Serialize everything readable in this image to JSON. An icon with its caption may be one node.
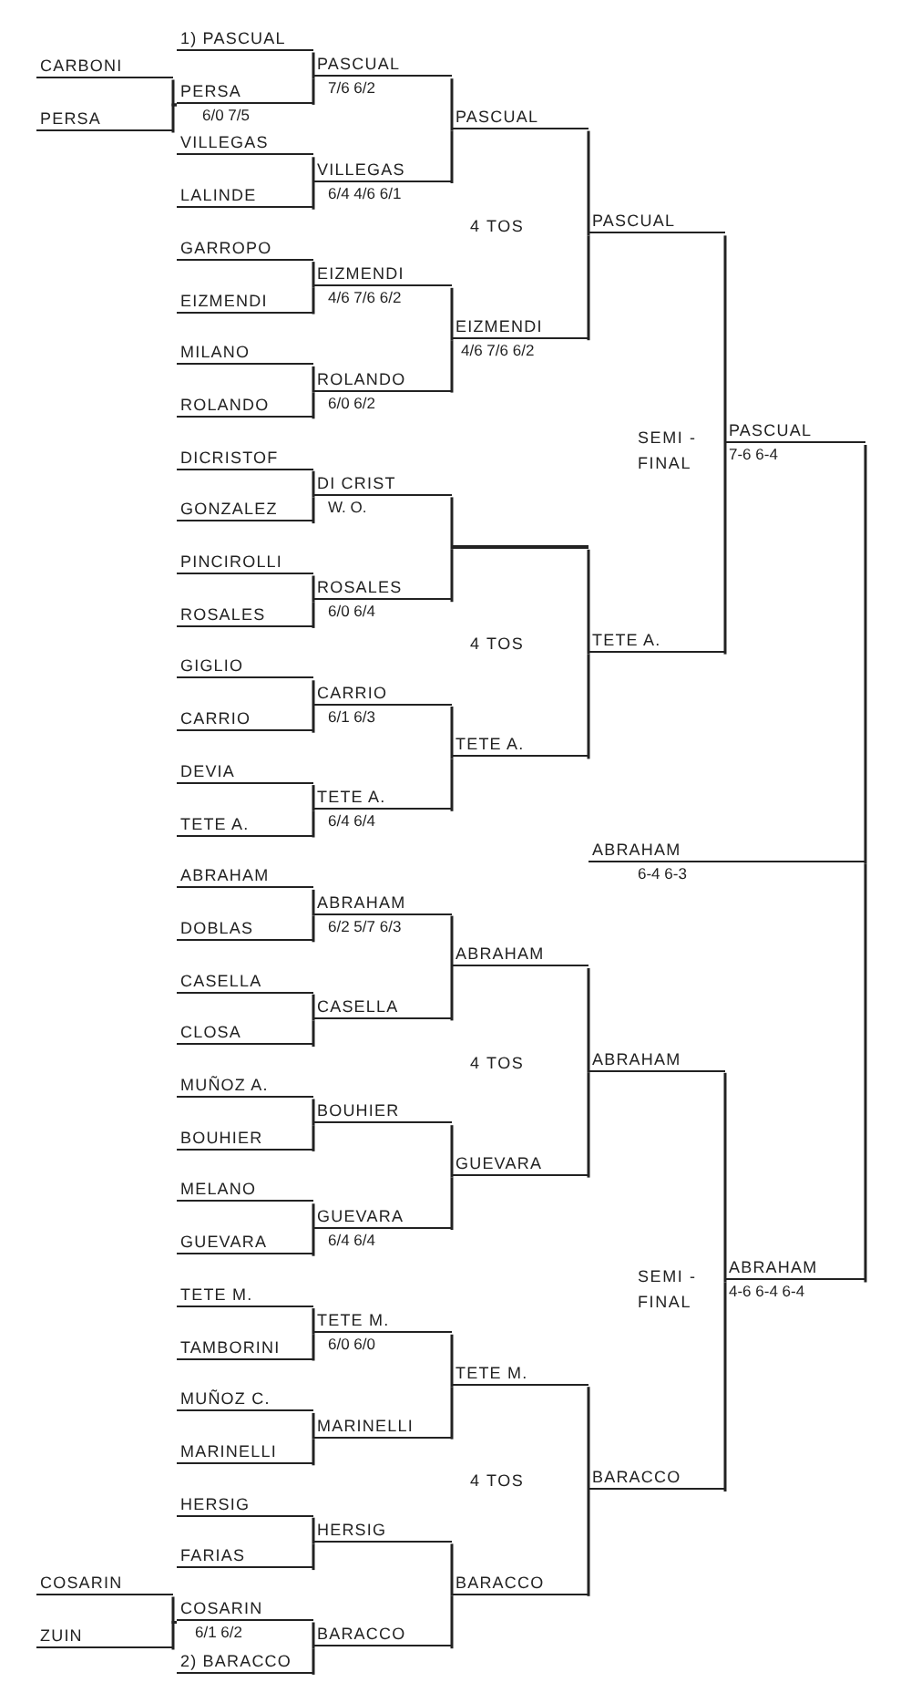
{
  "diagram": {
    "nodes": [
      {
        "text": [
          "CARBONI"
        ]
      },
      {
        "text": [
          "PERSA"
        ]
      },
      {
        "text": [
          "COSARIN"
        ]
      },
      {
        "text": [
          "ZUIN"
        ]
      },
      {
        "text": [
          "1) PASCUAL"
        ]
      },
      {
        "text": [
          "PERSA"
        ],
        "beside": [
          "6/0 7/5"
        ]
      },
      {
        "text": [
          "VILLEGAS"
        ]
      },
      {
        "text": [
          "LALINDE"
        ]
      },
      {
        "text": [
          "GARROPO"
        ]
      },
      {
        "text": [
          "EIZMENDI"
        ]
      },
      {
        "text": [
          "MILANO"
        ]
      },
      {
        "text": [
          "ROLANDO"
        ]
      },
      {
        "text": [
          "DICRISTOF"
        ]
      },
      {
        "text": [
          "GONZALEZ"
        ]
      },
      {
        "text": [
          "PINCIROLLI"
        ]
      },
      {
        "text": [
          "ROSALES"
        ]
      },
      {
        "text": [
          "GIGLIO"
        ]
      },
      {
        "text": [
          "CARRIO"
        ]
      },
      {
        "text": [
          "DEVIA"
        ]
      },
      {
        "text": [
          "TETE A."
        ]
      },
      {
        "text": [
          "ABRAHAM"
        ]
      },
      {
        "text": [
          "DOBLAS"
        ]
      },
      {
        "text": [
          "CASELLA"
        ]
      },
      {
        "text": [
          "CLOSA"
        ]
      },
      {
        "text": [
          "MUÑOZ A."
        ]
      },
      {
        "text": [
          "BOUHIER"
        ]
      },
      {
        "text": [
          "MELANO"
        ]
      },
      {
        "text": [
          "GUEVARA"
        ]
      },
      {
        "text": [
          "TETE M."
        ]
      },
      {
        "text": [
          "TAMBORINI"
        ]
      },
      {
        "text": [
          "MUÑOZ C."
        ]
      },
      {
        "text": [
          "MARINELLI"
        ]
      },
      {
        "text": [
          "HERSIG"
        ]
      },
      {
        "text": [
          "FARIAS"
        ]
      },
      {
        "text": [
          "COSARIN"
        ],
        "beside": [
          "6/1 6/2"
        ]
      },
      {
        "text": [
          "2) BARACCO"
        ]
      },
      {
        "text": [
          "PASCUAL"
        ],
        "beside": [
          "7/6 6/2"
        ]
      },
      {
        "text": [
          "VILLEGAS"
        ],
        "beside": [
          "6/4 4/6 6/1"
        ]
      },
      {
        "text": [
          "EIZMENDI"
        ],
        "beside": [
          "4/6 7/6 6/2"
        ]
      },
      {
        "text": [
          "ROLANDO"
        ],
        "beside": [
          "6/0 6/2"
        ]
      },
      {
        "text": [
          "DI CRIST"
        ],
        "beside": [
          "W. O."
        ]
      },
      {
        "text": [
          "ROSALES"
        ],
        "beside": [
          "6/0 6/4"
        ]
      },
      {
        "text": [
          "CARRIO"
        ],
        "beside": [
          "6/1 6/3"
        ]
      },
      {
        "text": [
          "TETE A."
        ],
        "beside": [
          "6/4 6/4"
        ]
      },
      {
        "text": [
          "ABRAHAM"
        ],
        "beside": [
          "6/2 5/7 6/3"
        ]
      },
      {
        "text": [
          "CASELLA"
        ]
      },
      {
        "text": [
          "BOUHIER"
        ]
      },
      {
        "text": [
          "GUEVARA"
        ],
        "beside": [
          "6/4 6/4"
        ]
      },
      {
        "text": [
          "TETE M."
        ],
        "beside": [
          "6/0 6/0"
        ]
      },
      {
        "text": [
          "MARINELLI"
        ]
      },
      {
        "text": [
          "HERSIG"
        ]
      },
      {
        "text": [
          "BARACCO"
        ]
      },
      {
        "text": [
          "PASCUAL"
        ]
      },
      {
        "text": [
          "EIZMENDI"
        ],
        "beside": [
          "4/6 7/6 6/2"
        ]
      },
      {
        "text": [],
        "shape": "bar"
      },
      {
        "text": [
          "TETE A."
        ]
      },
      {
        "text": [
          "ABRAHAM"
        ]
      },
      {
        "text": [
          "GUEVARA"
        ]
      },
      {
        "text": [
          "TETE M."
        ]
      },
      {
        "text": [
          "BARACCO"
        ]
      },
      {
        "text": [
          "PASCUAL"
        ]
      },
      {
        "text": [
          "TETE A."
        ]
      },
      {
        "text": [
          "ABRAHAM"
        ]
      },
      {
        "text": [
          "BARACCO"
        ]
      },
      {
        "text": [
          "PASCUAL"
        ],
        "beside": [
          "7-6 6-4"
        ]
      },
      {
        "text": [
          "ABRAHAM"
        ],
        "beside": [
          "4-6 6-4 6-4"
        ]
      },
      {
        "text": [
          "ABRAHAM"
        ],
        "beside": [
          "6-4 6-3"
        ]
      }
    ],
    "edges": [
      {
        "from": 0,
        "to": 5,
        "arrow": "none"
      },
      {
        "from": 1,
        "to": 5,
        "arrow": "none"
      },
      {
        "from": 2,
        "to": 34,
        "arrow": "none"
      },
      {
        "from": 3,
        "to": 34,
        "arrow": "none"
      },
      {
        "from": 4,
        "to": 36,
        "arrow": "none"
      },
      {
        "from": 5,
        "to": 36,
        "arrow": "none"
      },
      {
        "from": 6,
        "to": 37,
        "arrow": "none"
      },
      {
        "from": 7,
        "to": 37,
        "arrow": "none"
      },
      {
        "from": 8,
        "to": 38,
        "arrow": "none"
      },
      {
        "from": 9,
        "to": 38,
        "arrow": "none"
      },
      {
        "from": 10,
        "to": 39,
        "arrow": "none"
      },
      {
        "from": 11,
        "to": 39,
        "arrow": "none"
      },
      {
        "from": 12,
        "to": 40,
        "arrow": "none"
      },
      {
        "from": 13,
        "to": 40,
        "arrow": "none"
      },
      {
        "from": 14,
        "to": 41,
        "arrow": "none"
      },
      {
        "from": 15,
        "to": 41,
        "arrow": "none"
      },
      {
        "from": 16,
        "to": 42,
        "arrow": "none"
      },
      {
        "from": 17,
        "to": 42,
        "arrow": "none"
      },
      {
        "from": 18,
        "to": 43,
        "arrow": "none"
      },
      {
        "from": 19,
        "to": 43,
        "arrow": "none"
      },
      {
        "from": 20,
        "to": 44,
        "arrow": "none"
      },
      {
        "from": 21,
        "to": 44,
        "arrow": "none"
      },
      {
        "from": 22,
        "to": 45,
        "arrow": "none"
      },
      {
        "from": 23,
        "to": 45,
        "arrow": "none"
      },
      {
        "from": 24,
        "to": 46,
        "arrow": "none"
      },
      {
        "from": 25,
        "to": 46,
        "arrow": "none"
      },
      {
        "from": 26,
        "to": 47,
        "arrow": "none"
      },
      {
        "from": 27,
        "to": 47,
        "arrow": "none"
      },
      {
        "from": 28,
        "to": 48,
        "arrow": "none"
      },
      {
        "from": 29,
        "to": 48,
        "arrow": "none"
      },
      {
        "from": 30,
        "to": 49,
        "arrow": "none"
      },
      {
        "from": 31,
        "to": 49,
        "arrow": "none"
      },
      {
        "from": 32,
        "to": 50,
        "arrow": "none"
      },
      {
        "from": 33,
        "to": 50,
        "arrow": "none"
      },
      {
        "from": 34,
        "to": 51,
        "arrow": "none"
      },
      {
        "from": 35,
        "to": 51,
        "arrow": "none"
      },
      {
        "from": 36,
        "to": 52,
        "arrow": "none"
      },
      {
        "from": 37,
        "to": 52,
        "arrow": "none"
      },
      {
        "from": 38,
        "to": 53,
        "arrow": "none"
      },
      {
        "from": 39,
        "to": 53,
        "arrow": "none"
      },
      {
        "from": 40,
        "to": 54,
        "arrow": "none"
      },
      {
        "from": 41,
        "to": 54,
        "arrow": "none"
      },
      {
        "from": 42,
        "to": 55,
        "arrow": "none"
      },
      {
        "from": 43,
        "to": 55,
        "arrow": "none"
      },
      {
        "from": 44,
        "to": 56,
        "arrow": "none"
      },
      {
        "from": 45,
        "to": 56,
        "arrow": "none"
      },
      {
        "from": 46,
        "to": 57,
        "arrow": "none"
      },
      {
        "from": 47,
        "to": 57,
        "arrow": "none"
      },
      {
        "from": 48,
        "to": 58,
        "arrow": "none"
      },
      {
        "from": 49,
        "to": 58,
        "arrow": "none"
      },
      {
        "from": 50,
        "to": 59,
        "arrow": "none"
      },
      {
        "from": 51,
        "to": 59,
        "arrow": "none"
      },
      {
        "from": 52,
        "to": 60,
        "arrow": "none"
      },
      {
        "from": 53,
        "to": 60,
        "arrow": "none"
      },
      {
        "from": 54,
        "to": 61,
        "arrow": "none"
      },
      {
        "from": 55,
        "to": 61,
        "arrow": "none"
      },
      {
        "from": 56,
        "to": 62,
        "arrow": "none"
      },
      {
        "from": 57,
        "to": 62,
        "arrow": "none"
      },
      {
        "from": 58,
        "to": 63,
        "arrow": "none"
      },
      {
        "from": 59,
        "to": 63,
        "arrow": "none"
      },
      {
        "from": 60,
        "to": 64,
        "arrow": "none"
      },
      {
        "from": 61,
        "to": 64,
        "arrow": "none"
      },
      {
        "from": 62,
        "to": 65,
        "arrow": "none"
      },
      {
        "from": 63,
        "to": 65,
        "arrow": "none"
      },
      {
        "from": 64,
        "to": 66,
        "arrow": "none"
      },
      {
        "from": 65,
        "to": 66,
        "arrow": "none"
      }
    ],
    "labels": [
      "4 TOS",
      "SEMI - FINAL",
      "4 TOS",
      "4 TOS",
      "SEMI - FINAL",
      "4 TOS"
    ]
  }
}
